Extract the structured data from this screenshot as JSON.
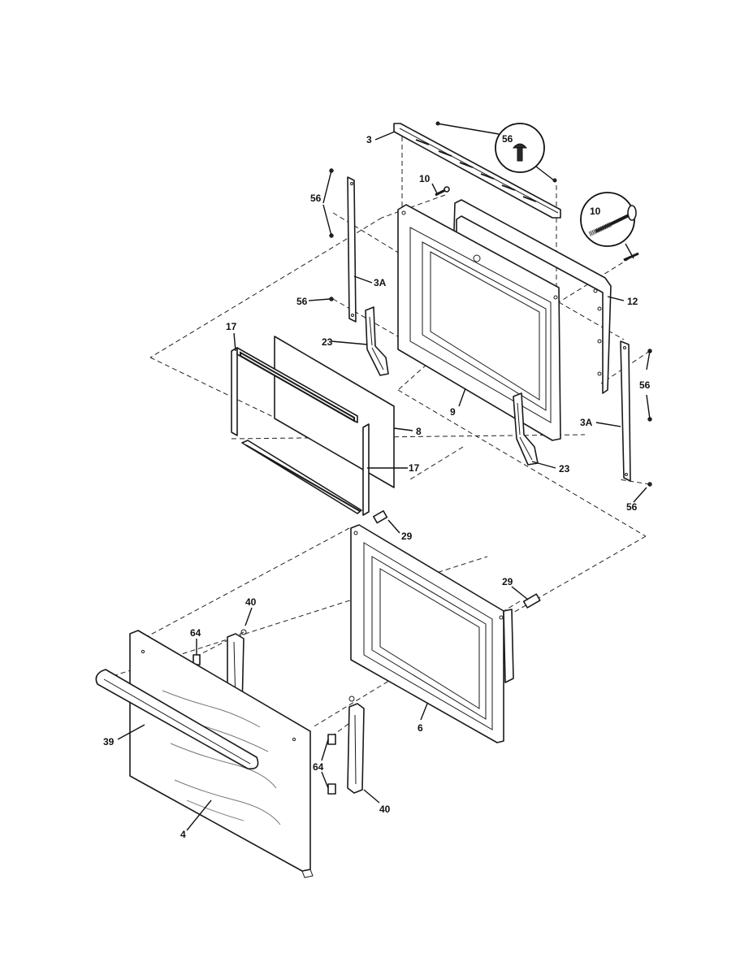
{
  "labels": {
    "p3": "3",
    "p56_zoom": "56",
    "p10_top": "10",
    "p10_zoom": "10",
    "p56_left": "56",
    "p3a_left": "3A",
    "p56_left2": "56",
    "p12": "12",
    "p17_top": "17",
    "p23_left": "23",
    "p56_right": "56",
    "p8": "8",
    "p9": "9",
    "p3a_right": "3A",
    "p17_bottom": "17",
    "p23_right": "23",
    "p56_right2": "56",
    "p29_top": "29",
    "p29_right": "29",
    "p40_top": "40",
    "p64_top": "64",
    "p39": "39",
    "p6": "6",
    "p64_bottom": "64",
    "p40_bottom": "40",
    "p4": "4"
  }
}
